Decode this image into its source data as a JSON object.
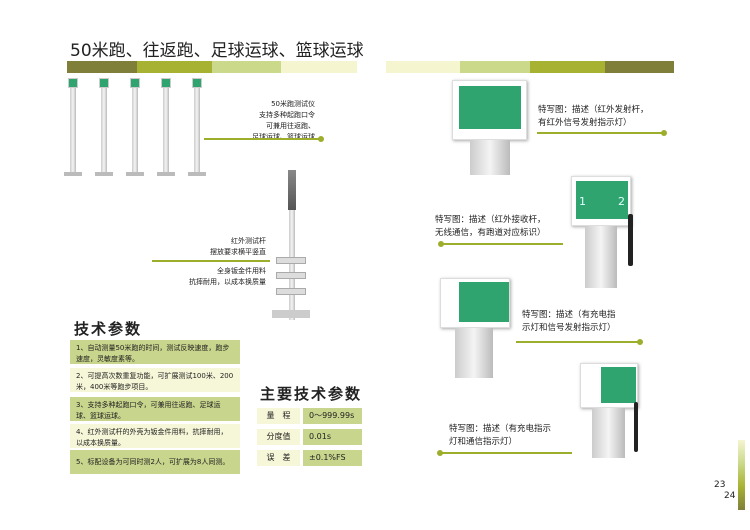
{
  "title": "50米跑、往返跑、足球运球、篮球运球",
  "colors": {
    "dark": "#7f7f3a",
    "mid": "#a8b232",
    "light": "#cbd98a",
    "pale": "#f5f5d0",
    "accent": "#9cae2c"
  },
  "device_caption": [
    "50米跑测试仪",
    "支持多种起跑口令",
    "可兼用往返跑、",
    "足球运球、篮球运球"
  ],
  "pole_caption_1": [
    "红外测试杆",
    "摆放要求横平竖直"
  ],
  "pole_caption_2": [
    "全身钣金件用料",
    "抗摔耐用，以成本换质量"
  ],
  "tech_title": "技术参数",
  "tech_items": [
    "1、自动测量50米跑的时间，测试反映速度，跑步速度，灵敏度素等。",
    "2、可提高次数重复功能，可扩展测试100米、200米，400米等跑步项目。",
    "3、支持多种起跑口令，可兼用往返跑、足球运球、篮球运球。",
    "4、红外测试杆的外壳为钣金件用料，抗摔耐用，以成本换质量。",
    "5、标配设备为可同时测2人，可扩展为8人同测。"
  ],
  "main_title": "主要技术参数",
  "specs": [
    {
      "k": "量　程",
      "v": "0～999.99s"
    },
    {
      "k": "分度值",
      "v": "0.01s"
    },
    {
      "k": "误　差",
      "v": "±0.1%FS"
    }
  ],
  "closeups": [
    [
      "特写图：描述（红外发射杆，",
      "有红外信号发射指示灯）"
    ],
    [
      "特写图：描述（红外接收杆，",
      "无线通信，有跑道对应标识）"
    ],
    [
      "特写图：描述（有充电指",
      "示灯和信号发射指示灯）"
    ],
    [
      "特写图：描述（有充电指示",
      "灯和通信指示灯）"
    ]
  ],
  "screen_digits": [
    "1",
    "2"
  ],
  "page_numbers": {
    "a": "23",
    "b": "24"
  }
}
